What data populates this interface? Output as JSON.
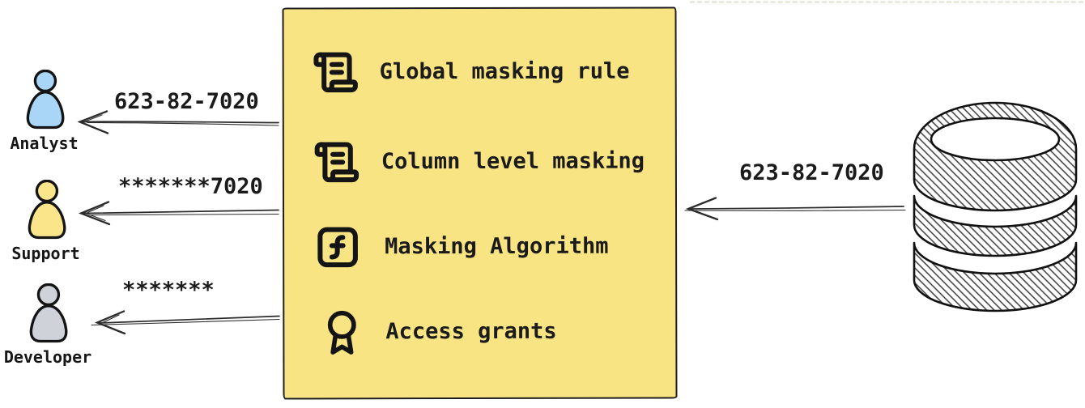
{
  "diagram_title": "data-masking-flow",
  "ink_color": "#1c1c1c",
  "actors": [
    {
      "name": "Analyst",
      "arrow_label": "623-82-7020",
      "fill": "#A9D6F6"
    },
    {
      "name": "Support",
      "arrow_label": "*******7020",
      "fill": "#FAE58A"
    },
    {
      "name": "Developer",
      "arrow_label": "*******",
      "fill": "#CFD3D9"
    }
  ],
  "masking_box": {
    "fill": "#F9E484",
    "border_color": "#1f1f1f",
    "items": [
      {
        "icon": "scroll-text-icon",
        "label": "Global masking rule"
      },
      {
        "icon": "scroll-text-icon",
        "label": "Column level masking"
      },
      {
        "icon": "function-square-icon",
        "label": "Masking Algorithm"
      },
      {
        "icon": "award-icon",
        "label": "Access grants"
      }
    ]
  },
  "database": {
    "icon": "database-icon",
    "arrow_label": "623-82-7020"
  }
}
